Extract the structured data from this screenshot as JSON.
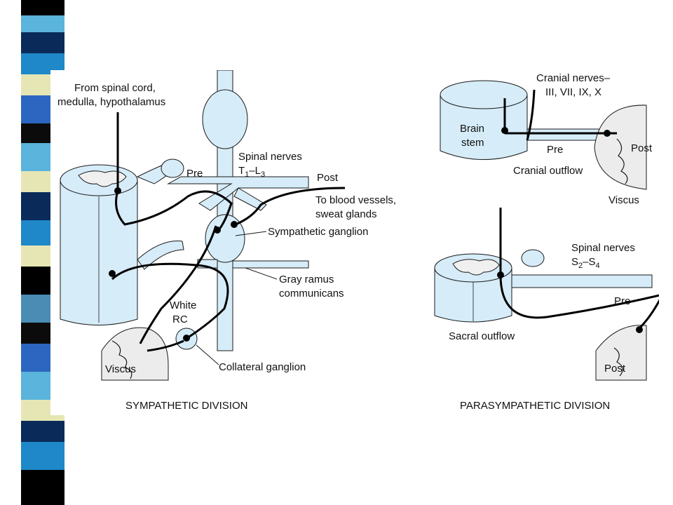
{
  "slide": {
    "side_bar_colors": [
      "#000000",
      "#1f5fa8",
      "#5ab4dc",
      "#0a2a5a",
      "#e6e6b4",
      "#1e88c8",
      "#4a8cb4",
      "#2c66c0",
      "#9ad0e8",
      "#0b0b0b",
      "#3d6fb0"
    ]
  },
  "diagram": {
    "colors": {
      "tissue": "#d6ecf8",
      "stroke": "#1a1a1a",
      "gray_matter": "#f0f0f0",
      "viscus": "#ececec"
    },
    "sympathetic": {
      "caption": "SYMPATHETIC DIVISION",
      "labels": {
        "source_line1": "From spinal cord,",
        "source_line2": "medulla, hypothalamus",
        "pre": "Pre",
        "spinal_nerves": "Spinal nerves",
        "spinal_range_T": "T",
        "spinal_range_T_sub": "1",
        "spinal_range_sep": "–L",
        "spinal_range_L_sub": "3",
        "post": "Post",
        "target_line1": "To blood vessels,",
        "target_line2": "sweat glands",
        "sympathetic_ganglion": "Sympathetic ganglion",
        "gray_ramus_line1": "Gray ramus",
        "gray_ramus_line2": "communicans",
        "white_rc_line1": "White",
        "white_rc_line2": "RC",
        "collateral_ganglion": "Collateral ganglion",
        "viscus": "Viscus"
      }
    },
    "parasympathetic": {
      "caption": "PARASYMPATHETIC DIVISION",
      "labels": {
        "cranial_nerves_line1": "Cranial nerves–",
        "cranial_nerves_line2": "III, VII, IX, X",
        "brain_stem_line1": "Brain",
        "brain_stem_line2": "stem",
        "pre_cranial": "Pre",
        "post_cranial": "Post",
        "cranial_outflow": "Cranial outflow",
        "viscus": "Viscus",
        "spinal_nerves": "Spinal nerves",
        "spinal_range_S": "S",
        "spinal_range_S_sub": "2",
        "spinal_range_sep": "–S",
        "spinal_range_S4_sub": "4",
        "pre_sacral": "Pre",
        "sacral_outflow": "Sacral outflow",
        "post_sacral": "Post"
      }
    }
  }
}
